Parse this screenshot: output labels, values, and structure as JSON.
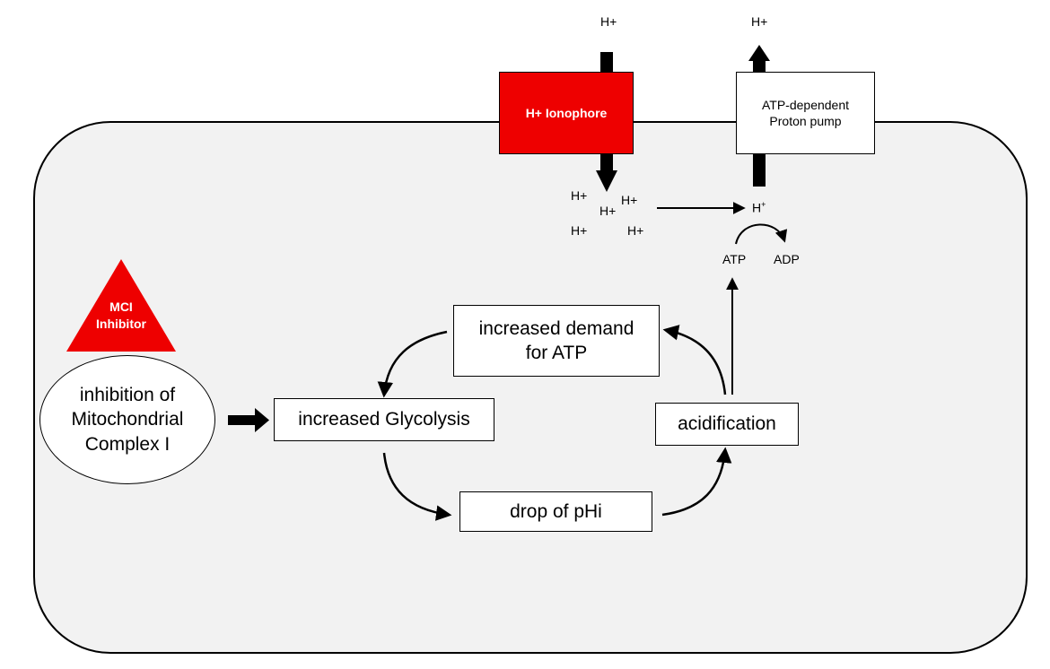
{
  "colors": {
    "cell_fill": "#f2f2f2",
    "inhibitor_red": "#ee0000",
    "ionophore_red": "#ee0000",
    "line": "#000000"
  },
  "ions": {
    "top_left": "H+",
    "top_right": "H+",
    "cluster": [
      "H+",
      "H+",
      "H+",
      "H+",
      "H+"
    ],
    "cytosol": "H",
    "cytosol_sup": "+"
  },
  "labels": {
    "ionophore": "H+ Ionophore",
    "pump_line1": "ATP-dependent",
    "pump_line2": "Proton pump",
    "atp": "ATP",
    "adp": "ADP",
    "inhibitor_line1": "MCI",
    "inhibitor_line2": "Inhibitor",
    "inhibition_line1": "inhibition of",
    "inhibition_line2": "Mitochondrial",
    "inhibition_line3": "Complex I",
    "glycolysis": "increased Glycolysis",
    "demand_line1": "increased demand",
    "demand_line2": "for ATP",
    "acidification": "acidification",
    "drop": "drop of pHi"
  }
}
